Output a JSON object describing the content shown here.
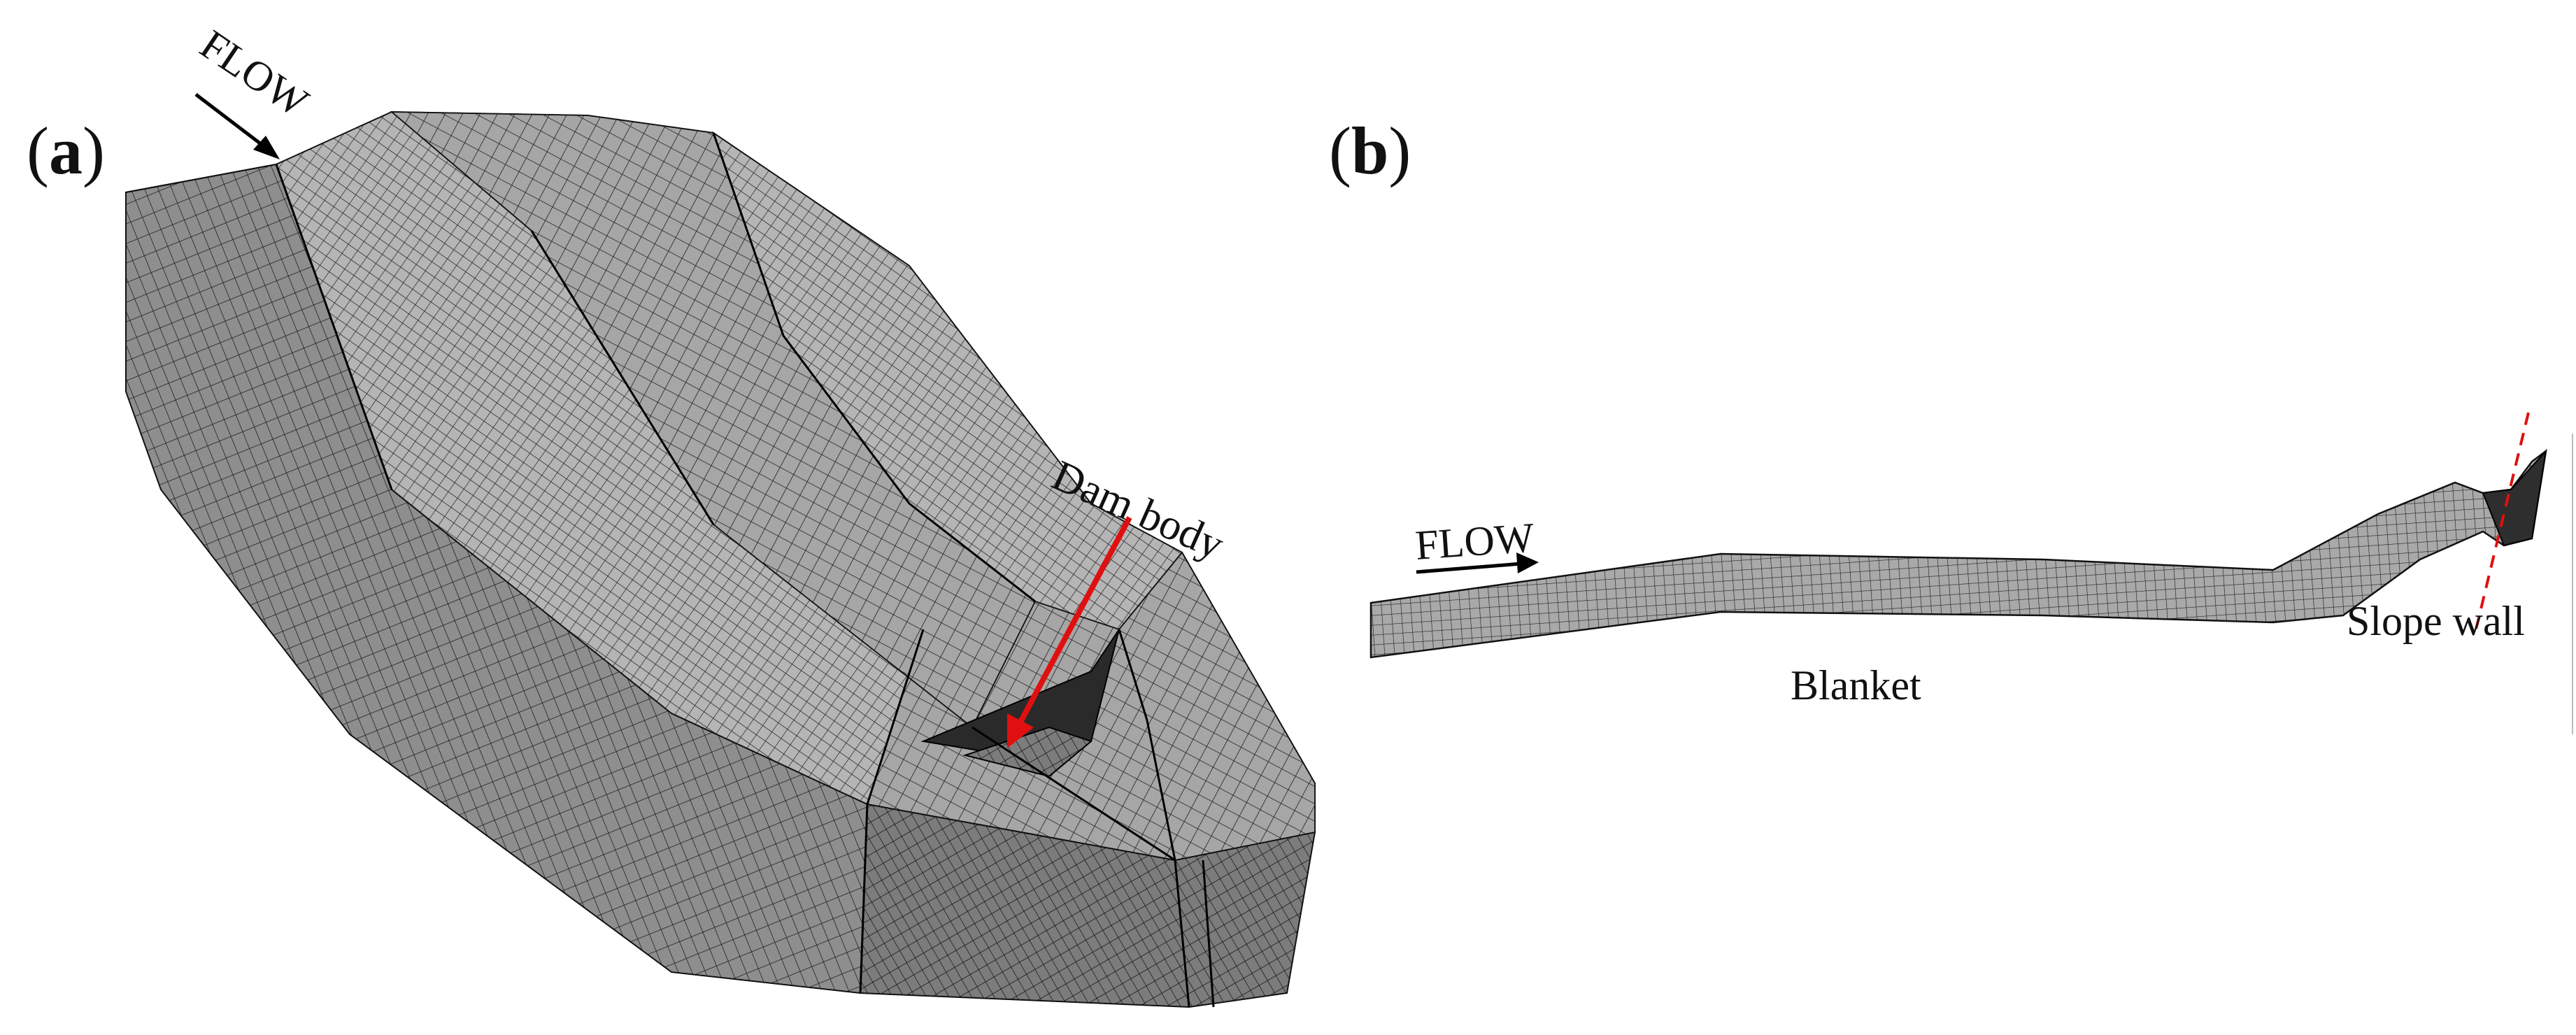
{
  "panels": [
    {
      "letter_open": "(",
      "letter": "a",
      "letter_close": ")",
      "flow_label": "FLOW",
      "annotation": "Dam body"
    },
    {
      "letter_open": "(",
      "letter": "b",
      "letter_close": ")",
      "flow_label": "FLOW",
      "labels": {
        "blanket": "Blanket",
        "slope_wall": "Slope wall"
      }
    }
  ],
  "colors": {
    "mesh_fill": "#9a9a9a",
    "mesh_fill_light": "#b3b3b3",
    "mesh_fill_dark": "#7a7a7a",
    "mesh_line": "#1a1a1a",
    "annotation_arrow": "#e01010",
    "slope_wall_dashed": "#e01010"
  }
}
